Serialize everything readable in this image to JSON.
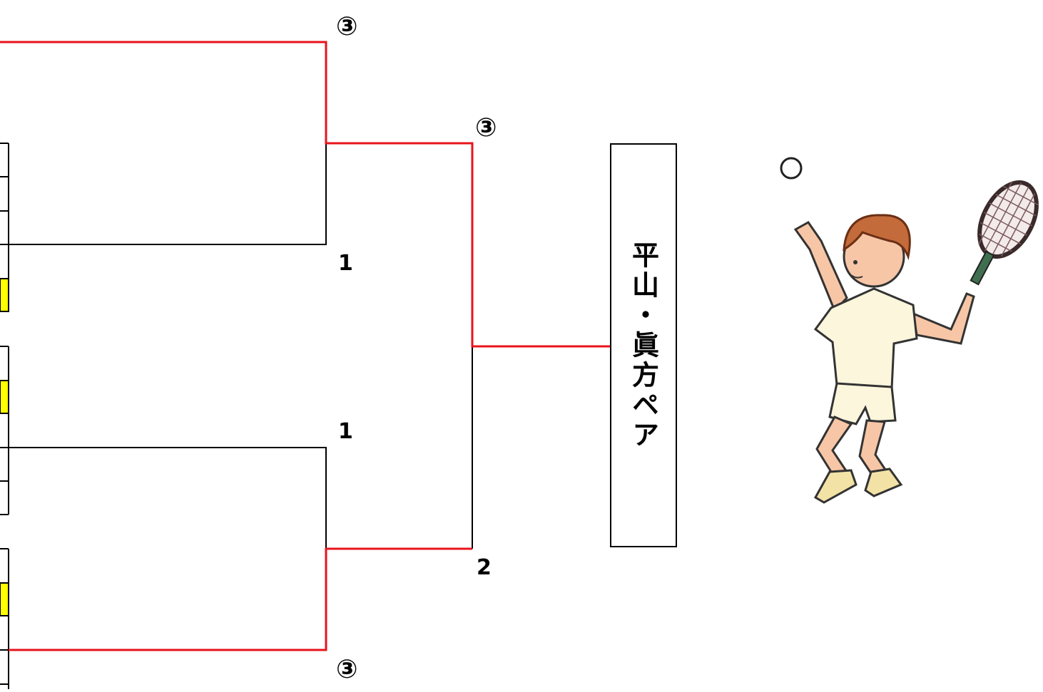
{
  "bracket": {
    "scores": {
      "top_match": "③",
      "final_top": "③",
      "upper_loser": "1",
      "lower_loser_top": "1",
      "final_bottom": "2",
      "bottom_match": "③"
    },
    "winner": "平山・眞方ペア",
    "colors": {
      "win_line": "#e8141c",
      "lose_line": "#000000",
      "highlight_cell": "#ffff00"
    }
  },
  "illustration": {
    "icon": "tennis-player-serving-icon"
  }
}
